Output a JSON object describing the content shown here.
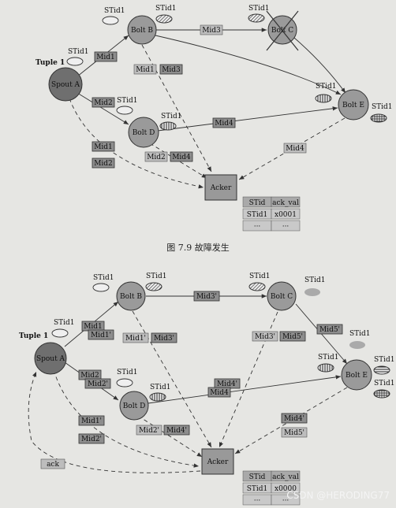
{
  "fig1": {
    "tuple": "Tuple 1",
    "spout": "Spout A",
    "bolt_b": "Bolt B",
    "bolt_c": "Bolt C",
    "bolt_d": "Bolt D",
    "bolt_e": "Bolt E",
    "acker": "Acker",
    "stid": "STid1",
    "mid1": "Mid1",
    "mid2": "Mid2",
    "mid3": "Mid3",
    "mid4": "Mid4",
    "table": {
      "h1": "STid",
      "h2": "ack_val",
      "r1": "STid1",
      "r2": "x0001",
      "e": "···"
    }
  },
  "caption": "图 7.9   故障发生",
  "fig2": {
    "tuple": "Tuple 1",
    "spout": "Spout A",
    "bolt_b": "Bolt B",
    "bolt_c": "Bolt C",
    "bolt_d": "Bolt D",
    "bolt_e": "Bolt E",
    "acker": "Acker",
    "stid": "STid1",
    "mid1": "Mid1",
    "mid1p": "Mid1'",
    "mid2": "Mid2",
    "mid2p": "Mid2'",
    "mid3p": "Mid3'",
    "mid4": "Mid4",
    "mid4p": "Mid4'",
    "mid5p": "Mid5'",
    "ack": "ack",
    "table": {
      "h1": "STid",
      "h2": "ack_val",
      "r1": "STid1",
      "r2": "x0000",
      "e": "···"
    }
  },
  "watermark": "CSDN @HERODING77"
}
